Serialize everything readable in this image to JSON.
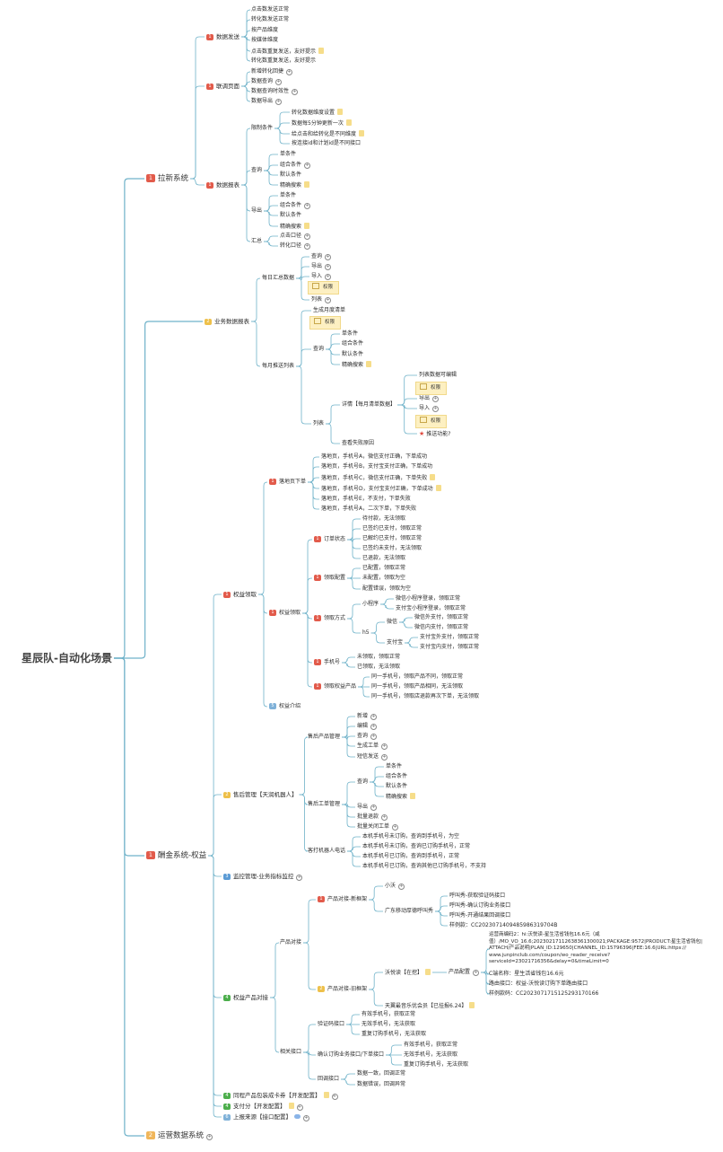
{
  "root": "星辰队-自动化场景",
  "colors": {
    "line": "#6fb2c9",
    "b1": "#e25b4b",
    "b2": "#eec04a",
    "b3": "#5b9bd5",
    "b4": "#4cae4c",
    "b5": "#7fb1d8",
    "b6": "#f0b65a",
    "note": "#f6dd8a"
  },
  "badges": [
    "1",
    "2",
    "3",
    "4",
    "5",
    "6"
  ],
  "icons": [
    "plus-icon",
    "note-icon",
    "comment-icon",
    "star-icon",
    "permission-icon"
  ],
  "perm_label": "权限",
  "nodes": [
    [
      "root",
      "星辰队-自动化场景"
    ],
    [
      "c1",
      "拉新系统"
    ],
    [
      "c1a",
      "数据发送"
    ],
    [
      "c1a1",
      "点击数发送正常"
    ],
    [
      "c1a2",
      "转化数发送正常"
    ],
    [
      "c1a3",
      "按产品维度"
    ],
    [
      "c1a4",
      "按媒体维度"
    ],
    [
      "c1a5",
      "点击数重复发送，友好提示"
    ],
    [
      "c1a6",
      "转化数重复发送，友好提示"
    ],
    [
      "c1b",
      "联调页面"
    ],
    [
      "c1b1",
      "新增转化回捷"
    ],
    [
      "c1b2",
      "数据查询"
    ],
    [
      "c1b3",
      "数据查询时效性"
    ],
    [
      "c1b4",
      "数据导出"
    ],
    [
      "c1c",
      "数据报表"
    ],
    [
      "c1c1",
      "限制条件"
    ],
    [
      "c1c1a",
      "转化数据维度设置"
    ],
    [
      "c1c1b",
      "数据每5分钟更新一次"
    ],
    [
      "c1c1c",
      "给点击和给转化是不同维度"
    ],
    [
      "c1c1d",
      "按连接id和计划id是不同接口"
    ],
    [
      "c1c2",
      "查询"
    ],
    [
      "c1c2a",
      "单条件"
    ],
    [
      "c1c2b",
      "组合条件"
    ],
    [
      "c1c2c",
      "默认条件"
    ],
    [
      "c1c2d",
      "精确搜索"
    ],
    [
      "c1c3",
      "导出"
    ],
    [
      "c1c3a",
      "单条件"
    ],
    [
      "c1c3b",
      "组合条件"
    ],
    [
      "c1c3c",
      "默认条件"
    ],
    [
      "c1c3d",
      "精确搜索"
    ],
    [
      "c1c4",
      "汇总"
    ],
    [
      "c1c4a",
      "点击口径"
    ],
    [
      "c1c4b",
      "转化口径"
    ],
    [
      "c2",
      "业务数据报表"
    ],
    [
      "c2a",
      "每日汇总数据"
    ],
    [
      "c2a1",
      "查询"
    ],
    [
      "c2a2",
      "导出"
    ],
    [
      "c2a3",
      "导入"
    ],
    [
      "c2a4",
      "列表"
    ],
    [
      "c2b",
      "每月推送列表"
    ],
    [
      "c2b1",
      "生成月度清单"
    ],
    [
      "c2b2",
      "查询"
    ],
    [
      "c2b2a",
      "单条件"
    ],
    [
      "c2b2b",
      "组合条件"
    ],
    [
      "c2b2c",
      "默认条件"
    ],
    [
      "c2b2d",
      "精确搜索"
    ],
    [
      "c2b3",
      "列表"
    ],
    [
      "c2b3a",
      "详情【每月清单数据】"
    ],
    [
      "c2b3a1",
      "列表数据可编辑"
    ],
    [
      "c2b3a2",
      "导出"
    ],
    [
      "c2b3a3",
      "导入"
    ],
    [
      "c2b3a4",
      "推送功能?"
    ],
    [
      "c2b3b",
      "查看失败原因"
    ],
    [
      "c3",
      "酬金系统-权益"
    ],
    [
      "c3a",
      "权益领取"
    ],
    [
      "c3a1",
      "落地页下单"
    ],
    [
      "c3a1a",
      "落地页，手机号A，微信支付正确，下单成功"
    ],
    [
      "c3a1b",
      "落地页，手机号B，支付宝支付正确，下单成功"
    ],
    [
      "c3a1c",
      "落地页，手机号C，微信支付正确，下单失败"
    ],
    [
      "c3a1d",
      "落地页，手机号D，支付宝支付正确，下单成功"
    ],
    [
      "c3a1e",
      "落地页，手机号E，不支付，下单失败"
    ],
    [
      "c3a1f",
      "落地页，手机号A，二次下单，下单失败"
    ],
    [
      "c3a2",
      "权益领取"
    ],
    [
      "c3a2a",
      "订单状态"
    ],
    [
      "c3a2a1",
      "待付款，无法领取"
    ],
    [
      "c3a2a2",
      "已签约已支付，领取正常"
    ],
    [
      "c3a2a3",
      "已解约已支付，领取正常"
    ],
    [
      "c3a2a4",
      "已签约未支付，无法领取"
    ],
    [
      "c3a2a5",
      "已退款，无法领取"
    ],
    [
      "c3a2b",
      "领取配置"
    ],
    [
      "c3a2b1",
      "已配置，领取正常"
    ],
    [
      "c3a2b2",
      "未配置，领取为空"
    ],
    [
      "c3a2b3",
      "配置错误，领取为空"
    ],
    [
      "c3a2c",
      "领取方式"
    ],
    [
      "c3a2c1",
      "小程序"
    ],
    [
      "c3a2c1a",
      "微信小程序登录，领取正常"
    ],
    [
      "c3a2c1b",
      "支付宝小程序登录，领取正常"
    ],
    [
      "c3a2c2",
      "h5"
    ],
    [
      "c3a2c2a",
      "微信"
    ],
    [
      "c3a2c2a1",
      "微信外支付，领取正常"
    ],
    [
      "c3a2c2a2",
      "微信内支付，领取正常"
    ],
    [
      "c3a2c2b",
      "支付宝"
    ],
    [
      "c3a2c2b1",
      "支付宝外支付，领取正常"
    ],
    [
      "c3a2c2b2",
      "支付宝内支付，领取正常"
    ],
    [
      "c3a2d",
      "手机号"
    ],
    [
      "c3a2d1",
      "未领取，领取正常"
    ],
    [
      "c3a2d2",
      "已领取，无法领取"
    ],
    [
      "c3a2e",
      "领取权益产品"
    ],
    [
      "c3a2e1",
      "同一手机号，领取产品不同，领取正常"
    ],
    [
      "c3a2e2",
      "同一手机号，领取产品相同，无法领取"
    ],
    [
      "c3a2e3",
      "同一手机号，领取店退款再次下单，无法领取"
    ],
    [
      "c3a3",
      "权益介绍"
    ],
    [
      "c3b",
      "售后管理【天润机器人】"
    ],
    [
      "c3b1",
      "售后产品管理"
    ],
    [
      "c3b1a",
      "新增"
    ],
    [
      "c3b1b",
      "编辑"
    ],
    [
      "c3b1c",
      "查询"
    ],
    [
      "c3b1d",
      "生成工单"
    ],
    [
      "c3b1e",
      "短信发送"
    ],
    [
      "c3b2",
      "售后工单管理"
    ],
    [
      "c3b2a",
      "查询"
    ],
    [
      "c3b2a1",
      "单条件"
    ],
    [
      "c3b2a2",
      "组合条件"
    ],
    [
      "c3b2a3",
      "默认条件"
    ],
    [
      "c3b2a4",
      "精确搜索"
    ],
    [
      "c3b2b",
      "导出"
    ],
    [
      "c3b2c",
      "批量退款"
    ],
    [
      "c3b2d",
      "批量关闭工单"
    ],
    [
      "c3b3",
      "客打机器人电话"
    ],
    [
      "c3b3a",
      "本机手机号未订购，查询到手机号，为空"
    ],
    [
      "c3b3b",
      "本机手机号未订购，查询已订购手机号，正常"
    ],
    [
      "c3b3c",
      "本机手机号已订购，查询到手机号，正常"
    ],
    [
      "c3b3d",
      "本机手机号已订购，查询其他已订购手机号，不支持"
    ],
    [
      "c3c",
      "监控管理-业务指标监控"
    ],
    [
      "c3d",
      "权益产品对接"
    ],
    [
      "c3d1",
      "产品对接"
    ],
    [
      "c3d1a",
      "产品对接-新框架"
    ],
    [
      "c3d1a1",
      "小沃"
    ],
    [
      "c3d1a2",
      "广东移动厚德呼叫秀"
    ],
    [
      "c3d1a2a",
      "呼叫秀-获取验证码接口"
    ],
    [
      "c3d1a2b",
      "呼叫秀-确认订购业务接口"
    ],
    [
      "c3d1a2c",
      "呼叫秀-开通结果回调接口"
    ],
    [
      "c3d1a2d",
      "样例款：CC2023071409485986319704B"
    ],
    [
      "c3d1b",
      "产品对接-旧框架"
    ],
    [
      "c3d1b1",
      "沃悦读【在挖】"
    ],
    [
      "c3d1b1a",
      "产品配置"
    ],
    [
      "c3d1b1a1",
      "运营商编码2：hi:沃悦读-星生活省钱包16.6元（咸值）"
    ],
    [
      "c3d1b1a2",
      "C端名称：星生活省钱包16.6元"
    ],
    [
      "c3d1b1a3",
      "路由接口：权益-沃悦读订购下单路由接口"
    ],
    [
      "c3d1b1a4",
      "样例款码：CC2023071715125293170166"
    ],
    [
      "c3d1b2",
      "天翼最音乐优会员【已挂报6.24】"
    ],
    [
      "c3d2",
      "相关接口"
    ],
    [
      "c3d2a",
      "验证码接口"
    ],
    [
      "c3d2a1",
      "有效手机号，获取正常"
    ],
    [
      "c3d2a2",
      "无效手机号，无法获取"
    ],
    [
      "c3d2a3",
      "重复订购手机号，无法获取"
    ],
    [
      "c3d2b",
      "确认订购业务接口/下单接口"
    ],
    [
      "c3d2b1",
      "有效手机号，获取正常"
    ],
    [
      "c3d2b2",
      "无效手机号，无法获取"
    ],
    [
      "c3d2b3",
      "重复订购手机号，无法获取"
    ],
    [
      "c3d2c",
      "回调接口"
    ],
    [
      "c3d2c1",
      "数据一致，回调正常"
    ],
    [
      "c3d2c2",
      "数据错误，回调异常"
    ],
    [
      "c3e",
      "同程产品包装成卡券【开发配置】"
    ],
    [
      "c3f",
      "支付分【开发配置】"
    ],
    [
      "c3g",
      "上报来源【接口配置】"
    ],
    [
      "c4",
      "运营数据系统"
    ]
  ],
  "long_value": [
    "运营商编码2：hi:沃悦读-星生活省钱包16.6元（咸",
    "值）/MO_VO_16.6;20230217112638361300021;PACKAGE:9572|PRODUCT:星生活省钱包|",
    "ATTACH/产品说明|PLAN_ID:129650|CHANNEL_ID:15796396|FEE:16.6|URL:https://",
    "www.junpinclub.com/coupon/wo_reader_receive?",
    "serviceId=23021716356&delay=0&timeLimit=0"
  ]
}
